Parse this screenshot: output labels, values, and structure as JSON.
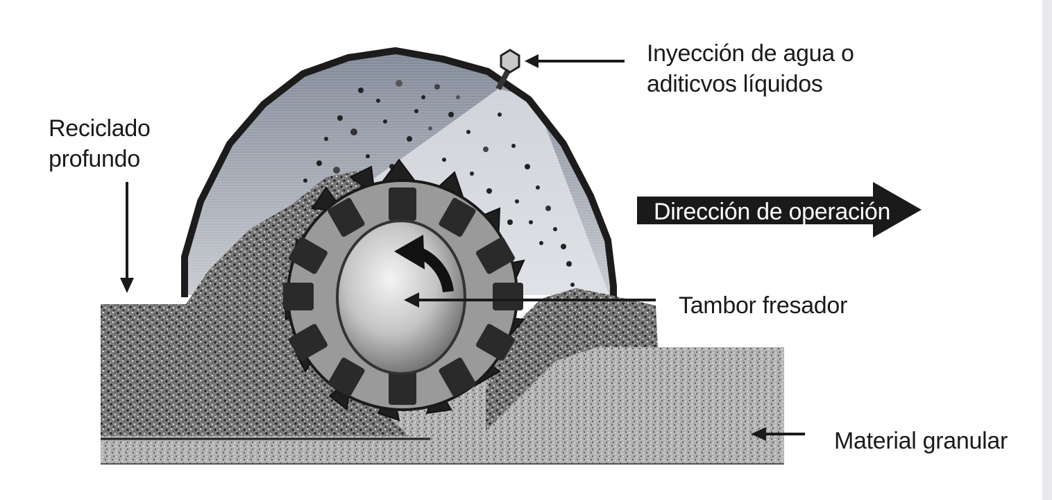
{
  "labels": {
    "injection_line1": "Inyección de agua o",
    "injection_line2": "aditicvos líquidos",
    "recycle_line1": "Reciclado",
    "recycle_line2": "profundo",
    "direction": "Dirección de operación",
    "drum": "Tambor fresador",
    "granular": "Material granular"
  },
  "colors": {
    "hood_outline": "#1c1c1c",
    "hood_fill": "#a9adb6",
    "arrow": "#1a1a1a",
    "drum_body": "#c9c9c9",
    "ground": "#8a8a8a"
  },
  "icons": [
    "nozzle-icon",
    "rotation-arrow-icon"
  ]
}
